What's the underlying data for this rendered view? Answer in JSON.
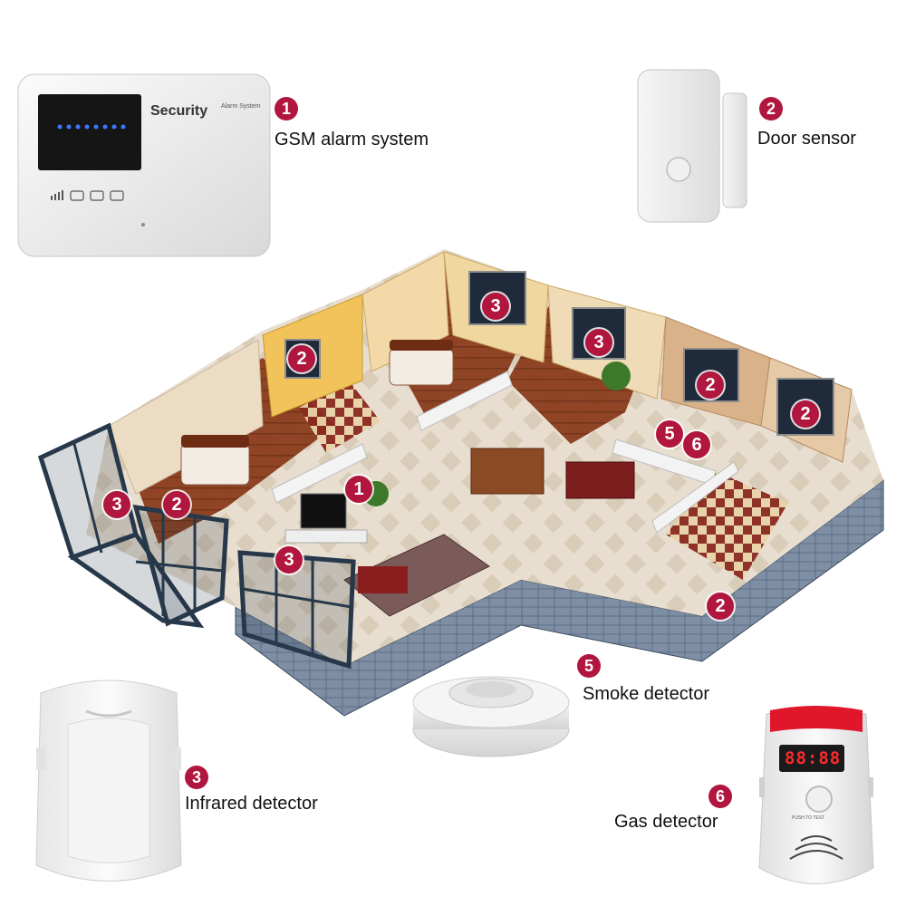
{
  "devices": [
    {
      "number": "1",
      "label": "GSM alarm system"
    },
    {
      "number": "2",
      "label": "Door sensor"
    },
    {
      "number": "3",
      "label": "Infrared detector"
    },
    {
      "number": "5",
      "label": "Smoke detector"
    },
    {
      "number": "6",
      "label": "Gas detector"
    }
  ],
  "panel": {
    "brand": "Security",
    "subtitle": "Alarm System"
  },
  "gas_display": "88:88",
  "gas_button": "PUSH TO TEST",
  "plan_markers": [
    "3",
    "3",
    "3",
    "2",
    "2",
    "2",
    "2",
    "2",
    "2",
    "1",
    "3",
    "5",
    "6"
  ],
  "colors": {
    "accent": "#b0163e"
  }
}
